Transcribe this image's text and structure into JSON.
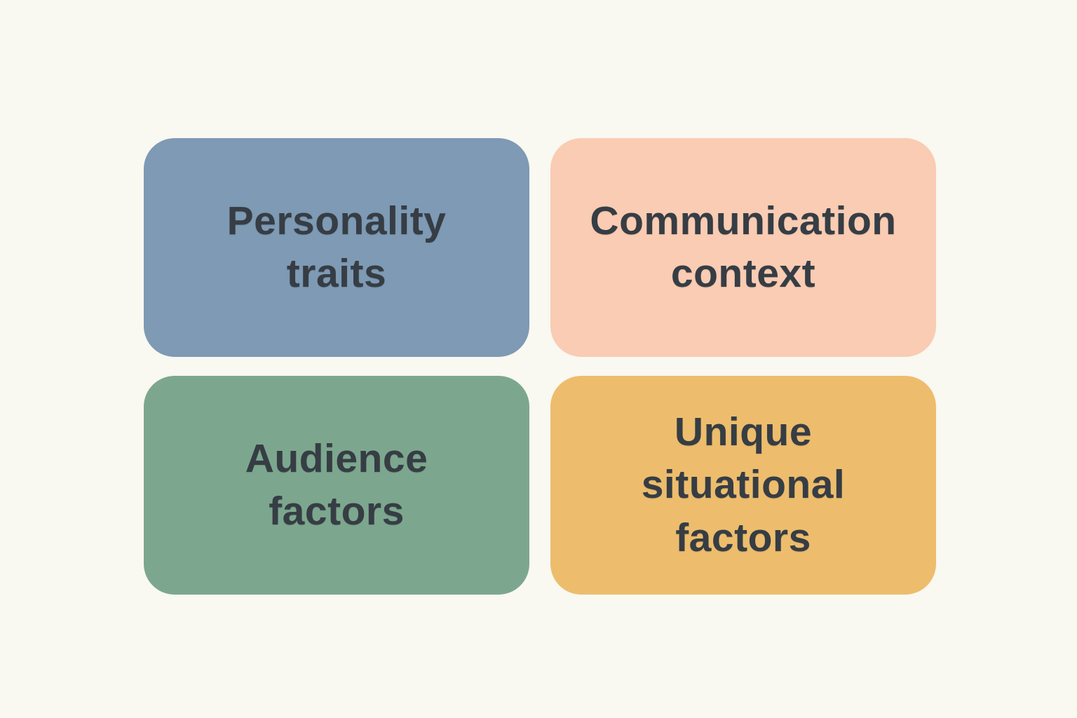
{
  "page": {
    "background_color": "#f9f8f1",
    "text_color": "#363d44"
  },
  "boxes": [
    {
      "id": "personality-traits",
      "label": "Personality\ntraits",
      "color": "#7e9ab4"
    },
    {
      "id": "communication-context",
      "label": "Communication\ncontext",
      "color": "#f9ccb3"
    },
    {
      "id": "audience-factors",
      "label": "Audience\nfactors",
      "color": "#7ca78e"
    },
    {
      "id": "unique-situational-factors",
      "label": "Unique\nsituational\nfactors",
      "color": "#edbd6d"
    }
  ]
}
